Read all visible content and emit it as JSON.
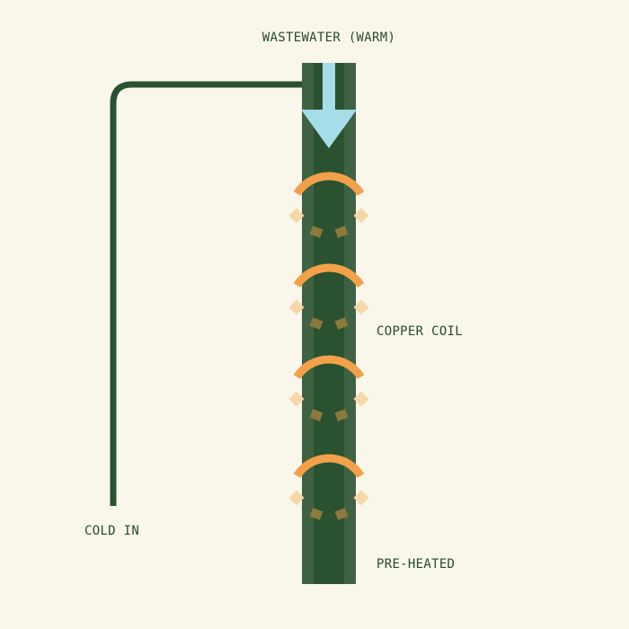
{
  "labels": {
    "wastewater": "WASTEWATER (WARM)",
    "copper_coil": "COPPER COIL",
    "cold_in": "COLD IN",
    "pre_heated": "PRE-HEATED"
  },
  "colors": {
    "background": "#f9f6ec",
    "pipe_dark": "#2a5230",
    "pipe_light": "#3f6244",
    "flow_arrow": "#a5dde8",
    "coil": "#f2a14a",
    "coil_faint": "#f5d7a8",
    "coil_shadow": "#8b7a3c",
    "text": "#2a4a2e"
  },
  "icons": {
    "flow": "down-arrow-icon",
    "coil": "copper-coil-loop-icon"
  }
}
